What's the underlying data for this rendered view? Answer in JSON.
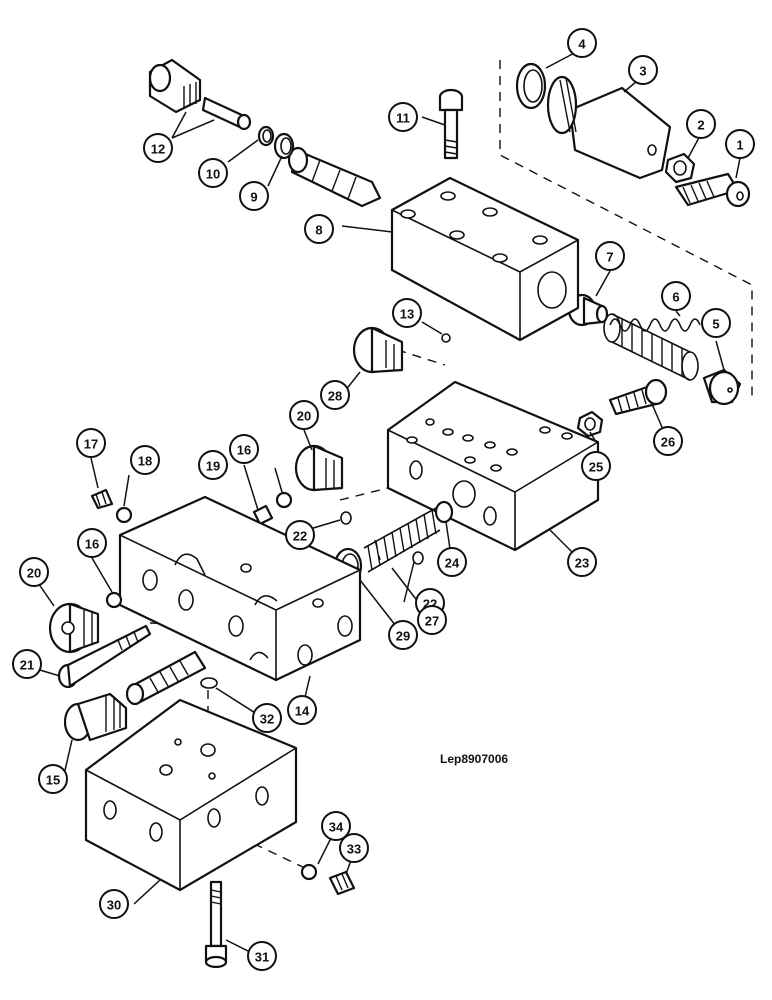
{
  "drawing_id": "Lep8907006",
  "callouts": [
    {
      "id": "c1",
      "label": "1"
    },
    {
      "id": "c2",
      "label": "2"
    },
    {
      "id": "c3",
      "label": "3"
    },
    {
      "id": "c4",
      "label": "4"
    },
    {
      "id": "c5",
      "label": "5"
    },
    {
      "id": "c6",
      "label": "6"
    },
    {
      "id": "c7",
      "label": "7"
    },
    {
      "id": "c8",
      "label": "8"
    },
    {
      "id": "c9",
      "label": "9"
    },
    {
      "id": "c10",
      "label": "10"
    },
    {
      "id": "c11",
      "label": "11"
    },
    {
      "id": "c12",
      "label": "12"
    },
    {
      "id": "c13",
      "label": "13"
    },
    {
      "id": "c14",
      "label": "14"
    },
    {
      "id": "c15",
      "label": "15"
    },
    {
      "id": "c16a",
      "label": "16"
    },
    {
      "id": "c16b",
      "label": "16"
    },
    {
      "id": "c17",
      "label": "17"
    },
    {
      "id": "c18",
      "label": "18"
    },
    {
      "id": "c19",
      "label": "19"
    },
    {
      "id": "c20a",
      "label": "20"
    },
    {
      "id": "c20b",
      "label": "20"
    },
    {
      "id": "c21",
      "label": "21"
    },
    {
      "id": "c22a",
      "label": "22"
    },
    {
      "id": "c22b",
      "label": "22"
    },
    {
      "id": "c23",
      "label": "23"
    },
    {
      "id": "c24",
      "label": "24"
    },
    {
      "id": "c25",
      "label": "25"
    },
    {
      "id": "c26",
      "label": "26"
    },
    {
      "id": "c27",
      "label": "27"
    },
    {
      "id": "c28",
      "label": "28"
    },
    {
      "id": "c29",
      "label": "29"
    },
    {
      "id": "c30",
      "label": "30"
    },
    {
      "id": "c31",
      "label": "31"
    },
    {
      "id": "c32",
      "label": "32"
    },
    {
      "id": "c33",
      "label": "33"
    },
    {
      "id": "c34",
      "label": "34"
    }
  ]
}
